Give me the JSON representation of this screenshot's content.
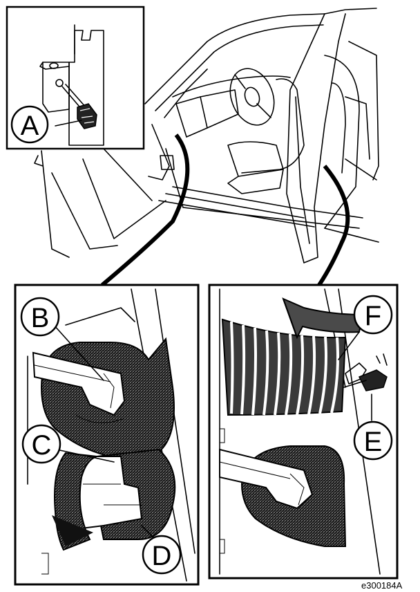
{
  "callouts": {
    "a": "A",
    "b": "B",
    "c": "C",
    "d": "D",
    "e": "E",
    "f": "F"
  },
  "figure_ref": "e300184A"
}
